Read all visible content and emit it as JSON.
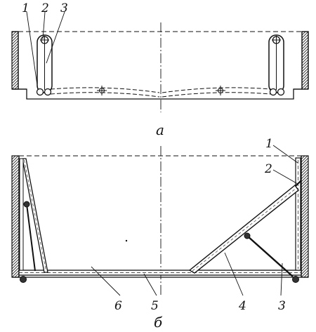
{
  "top_view": {
    "caption": "а",
    "labels": {
      "l1": "1",
      "l2": "2",
      "l3": "3"
    }
  },
  "side_view": {
    "caption": "б",
    "labels": {
      "l1": "1",
      "l2": "2",
      "l3": "3",
      "l4": "4",
      "l5": "5",
      "l6": "6"
    }
  }
}
